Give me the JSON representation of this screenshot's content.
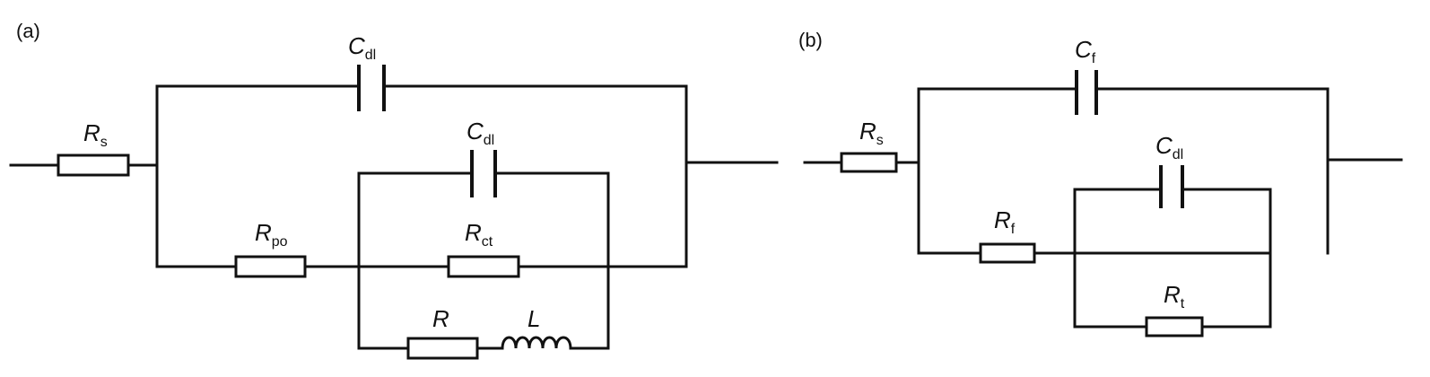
{
  "panels": [
    {
      "label": "(a)",
      "components": {
        "Rs": {
          "symbol": "R",
          "sub": "s"
        },
        "Cdl_outer": {
          "symbol": "C",
          "sub": "dl"
        },
        "Cdl_inner": {
          "symbol": "C",
          "sub": "dl"
        },
        "Rpo": {
          "symbol": "R",
          "sub": "po"
        },
        "Rct": {
          "symbol": "R",
          "sub": "ct"
        },
        "R": {
          "symbol": "R",
          "sub": ""
        },
        "L": {
          "symbol": "L",
          "sub": ""
        }
      }
    },
    {
      "label": "(b)",
      "components": {
        "Rs": {
          "symbol": "R",
          "sub": "s"
        },
        "Cf": {
          "symbol": "C",
          "sub": "f"
        },
        "Cdl": {
          "symbol": "C",
          "sub": "dl"
        },
        "Rf": {
          "symbol": "R",
          "sub": "f"
        },
        "Rt": {
          "symbol": "R",
          "sub": "t"
        }
      }
    }
  ]
}
